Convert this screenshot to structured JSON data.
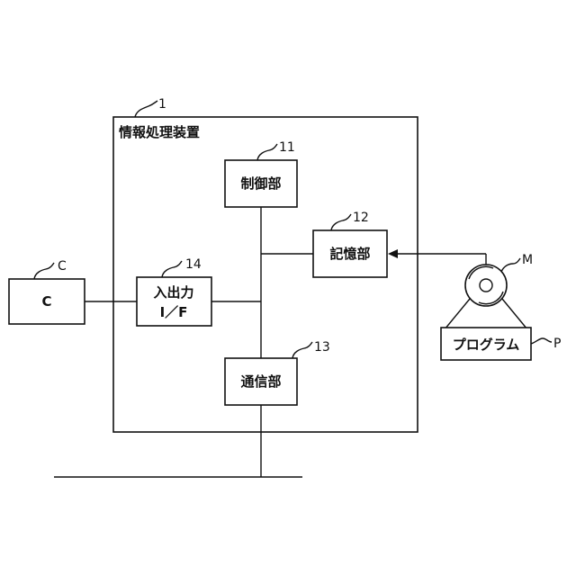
{
  "device": {
    "ref": "1",
    "title": "情報処理装置"
  },
  "control": {
    "ref": "11",
    "label": "制御部"
  },
  "storage": {
    "ref": "12",
    "label": "記憶部"
  },
  "comm": {
    "ref": "13",
    "label": "通信部"
  },
  "io": {
    "ref": "14",
    "label_line1": "入出力",
    "label_line2": "I／F"
  },
  "client": {
    "ref": "C",
    "label": "C"
  },
  "medium": {
    "ref": "M"
  },
  "program": {
    "ref": "P",
    "label": "プログラム"
  }
}
